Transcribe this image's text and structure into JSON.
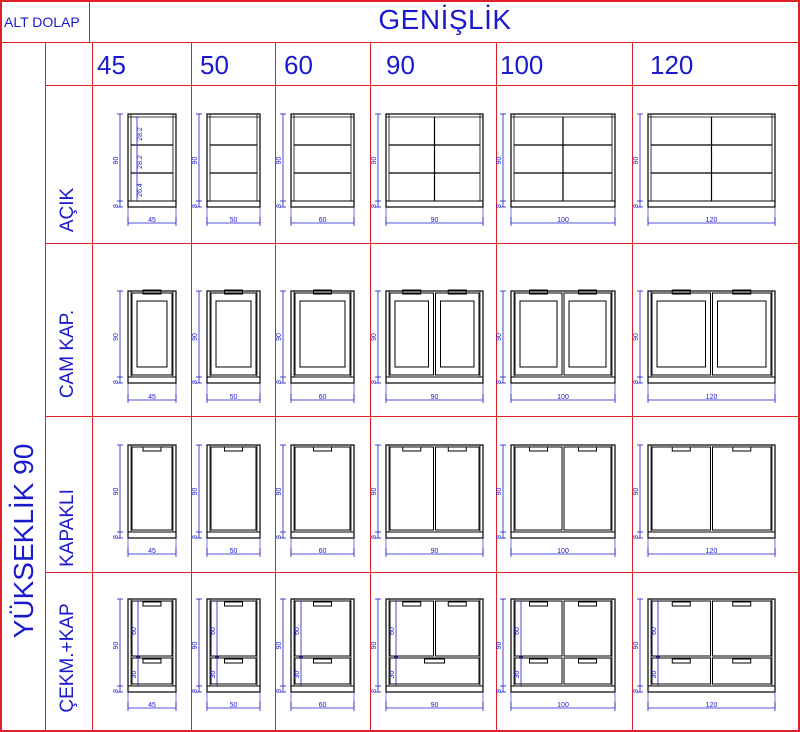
{
  "corner_label": "ALT DOLAP",
  "header_title": "GENİŞLİK",
  "height_title": "YÜKSEKLİK 90",
  "widths": [
    "45",
    "50",
    "60",
    "90",
    "100",
    "120"
  ],
  "rows": [
    {
      "label": "AÇIK",
      "type": "open"
    },
    {
      "label": "CAM KAP.",
      "type": "glass"
    },
    {
      "label": "KAPAKLI",
      "type": "door"
    },
    {
      "label": "ÇEKM.+KAP",
      "type": "drawer"
    }
  ],
  "dims": {
    "height": "90",
    "plinth": "8",
    "shelf_gaps": [
      "28.2",
      "28.2",
      "26.4"
    ],
    "door_part": "60",
    "drawer_part": "30"
  },
  "colors": {
    "grid": "#e0202a",
    "text": "#1a1acc",
    "drawing": "#000000"
  }
}
